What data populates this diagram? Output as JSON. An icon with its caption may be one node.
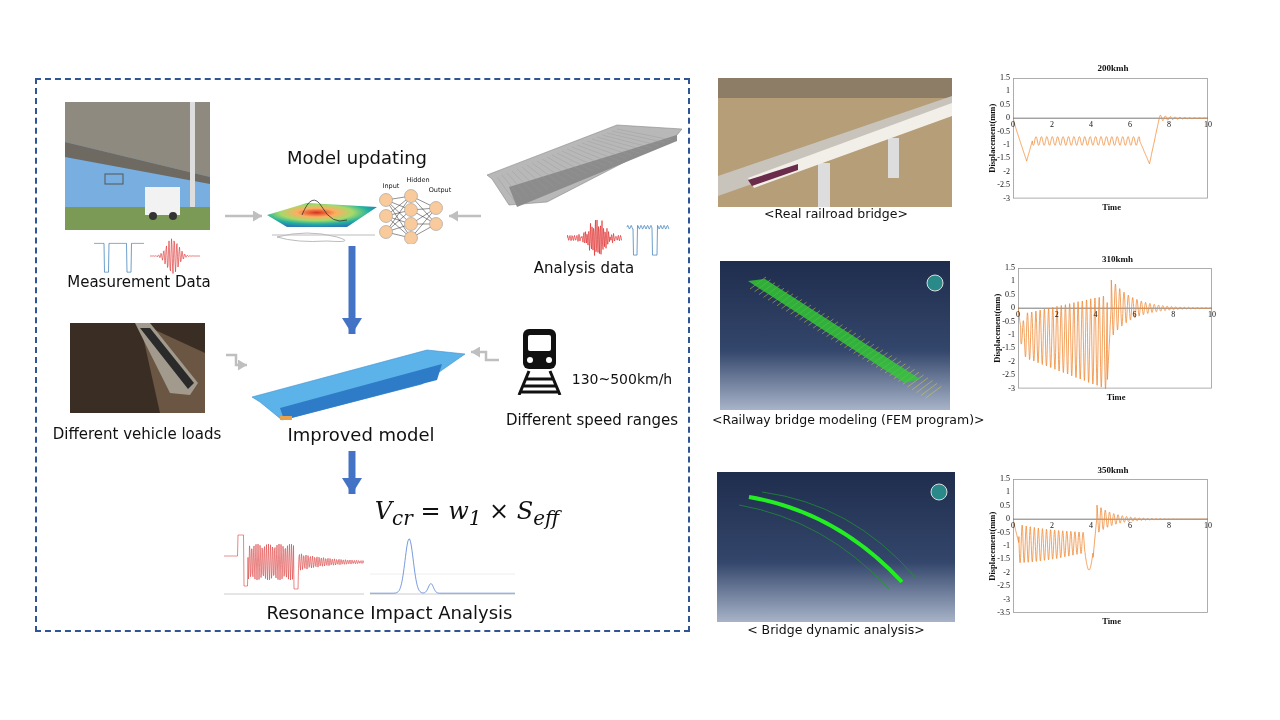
{
  "diagram": {
    "nodes": [
      {
        "text": [],
        "shape": "box"
      },
      {
        "text": [
          "Measurement Data"
        ],
        "in": 0
      },
      {
        "text": [
          "Model updating",
          "Input",
          "Hidden",
          "Output"
        ],
        "in": 0
      },
      {
        "text": [
          "Analysis data"
        ],
        "in": 0
      },
      {
        "text": [
          "Different vehicle loads"
        ],
        "in": 0
      },
      {
        "text": [
          "Improved model"
        ],
        "in": 0
      },
      {
        "text": [
          "130~500km/h",
          "Different speed ranges"
        ],
        "in": 0
      },
      {
        "text": [
          "V$_{cr}$ = w$_{1}$ × S$_{eff}$",
          "Resonance Impact Analysis"
        ],
        "in": 0
      },
      {
        "text": [
          "<Real railroad bridge>"
        ]
      },
      {
        "text": [
          "<Railway bridge modeling (FEM program)>"
        ]
      },
      {
        "text": [
          "< Bridge dynamic analysis>"
        ]
      }
    ],
    "edges": [
      {
        "from": 1,
        "to": 2,
        "arrow": "to"
      },
      {
        "from": 3,
        "to": 2,
        "arrow": "to"
      },
      {
        "from": 2,
        "to": 5,
        "arrow": "to",
        "style": "thick",
        "color": "#4472c4"
      },
      {
        "from": 4,
        "to": 5,
        "arrow": "to"
      },
      {
        "from": 6,
        "to": 5,
        "arrow": "to"
      },
      {
        "from": 5,
        "to": 7,
        "arrow": "to",
        "style": "thick",
        "color": "#4472c4"
      }
    ],
    "labels": [
      "200kmh",
      "1.5",
      "1",
      "0.5",
      "0",
      "-0.5",
      "-1",
      "-1.5",
      "-2",
      "-2.5",
      "-3",
      "0",
      "2",
      "4",
      "6",
      "8",
      "10",
      "Displacement(mm)",
      "Time",
      "310kmh",
      "1.5",
      "1",
      "0.5",
      "0",
      "-0.5",
      "-1",
      "-1.5",
      "-2",
      "-2.5",
      "-3",
      "0",
      "2",
      "4",
      "6",
      "8",
      "10",
      "Displacement(mm)",
      "Time",
      "350kmh",
      "1.5",
      "1",
      "0.5",
      "0",
      "-0.5",
      "-1",
      "-1.5",
      "-2",
      "-2.5",
      "-3",
      "-3.5",
      "0",
      "2",
      "4",
      "6",
      "8",
      "10",
      "Displacement(mm)",
      "Time"
    ]
  }
}
